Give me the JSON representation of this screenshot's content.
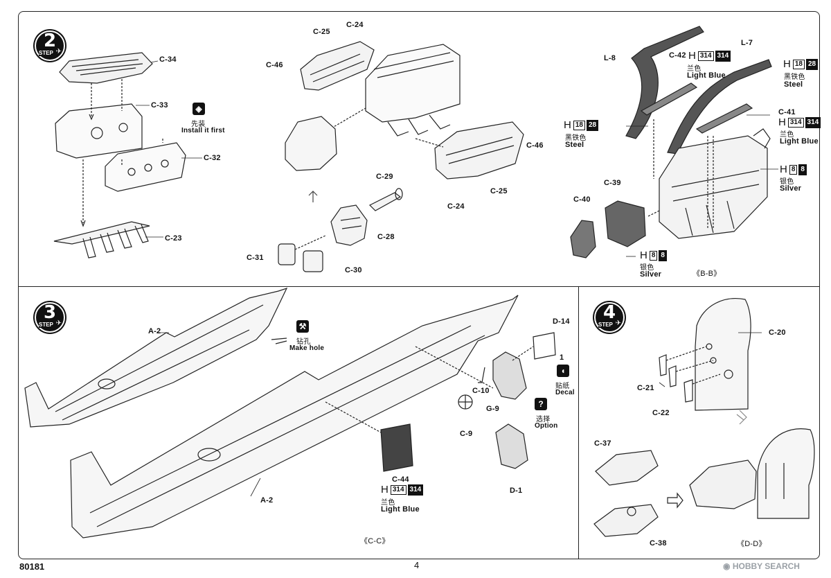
{
  "steps": {
    "s2": {
      "number": "2",
      "word": "STEP"
    },
    "s3": {
      "number": "3",
      "word": "STEP"
    },
    "s4": {
      "number": "4",
      "word": "STEP"
    }
  },
  "panel2": {
    "left_parts": [
      "C-34",
      "C-33",
      "C-32",
      "C-23"
    ],
    "install_first_cn": "先装",
    "install_first_en": "Install it first",
    "mid_parts": [
      "C-25",
      "C-24",
      "C-46",
      "C-46",
      "C-25",
      "C-24",
      "C-29",
      "C-28",
      "C-31",
      "C-30"
    ],
    "right_parts": [
      "L-8",
      "C-42",
      "L-7",
      "C-41",
      "C-39",
      "C-40"
    ],
    "paint_steel_1": {
      "h": "H",
      "code": "18",
      "code2": "28",
      "cn": "黑铁色",
      "en": "Steel"
    },
    "paint_lightblue_1": {
      "h": "H",
      "code": "314",
      "code2": "314",
      "cn": "兰色",
      "en": "Light Blue"
    },
    "paint_steel_2": {
      "h": "H",
      "code": "18",
      "code2": "28",
      "cn": "黑铁色",
      "en": "Steel"
    },
    "paint_lightblue_2": {
      "h": "H",
      "code": "314",
      "code2": "314",
      "cn": "兰色",
      "en": "Light Blue"
    },
    "paint_silver_1": {
      "h": "H",
      "code": "8",
      "code2": "8",
      "cn": "银色",
      "en": "Silver"
    },
    "paint_silver_2": {
      "h": "H",
      "code": "8",
      "code2": "8",
      "cn": "银色",
      "en": "Silver"
    },
    "view_bb": "《B-B》"
  },
  "panel3": {
    "parts": [
      "A-2",
      "A-2",
      "D-14",
      "1",
      "C-10",
      "G-9",
      "C-9",
      "D-1",
      "C-44"
    ],
    "drill_cn": "钻孔",
    "drill_en": "Make hole",
    "decal_cn": "贴纸",
    "decal_en": "Decal",
    "option_cn": "选择",
    "option_en": "Option",
    "paint_lightblue": {
      "h": "H",
      "code": "314",
      "code2": "314",
      "cn": "兰色",
      "en": "Light Blue"
    },
    "view_cc": "《C-C》"
  },
  "panel4": {
    "parts": [
      "C-20",
      "C-21",
      "C-22",
      "C-37",
      "C-38"
    ],
    "view_dd": "《D-D》"
  },
  "footer": {
    "kit_number": "80181",
    "page_number": "4",
    "watermark": "HOBBY SEARCH"
  }
}
